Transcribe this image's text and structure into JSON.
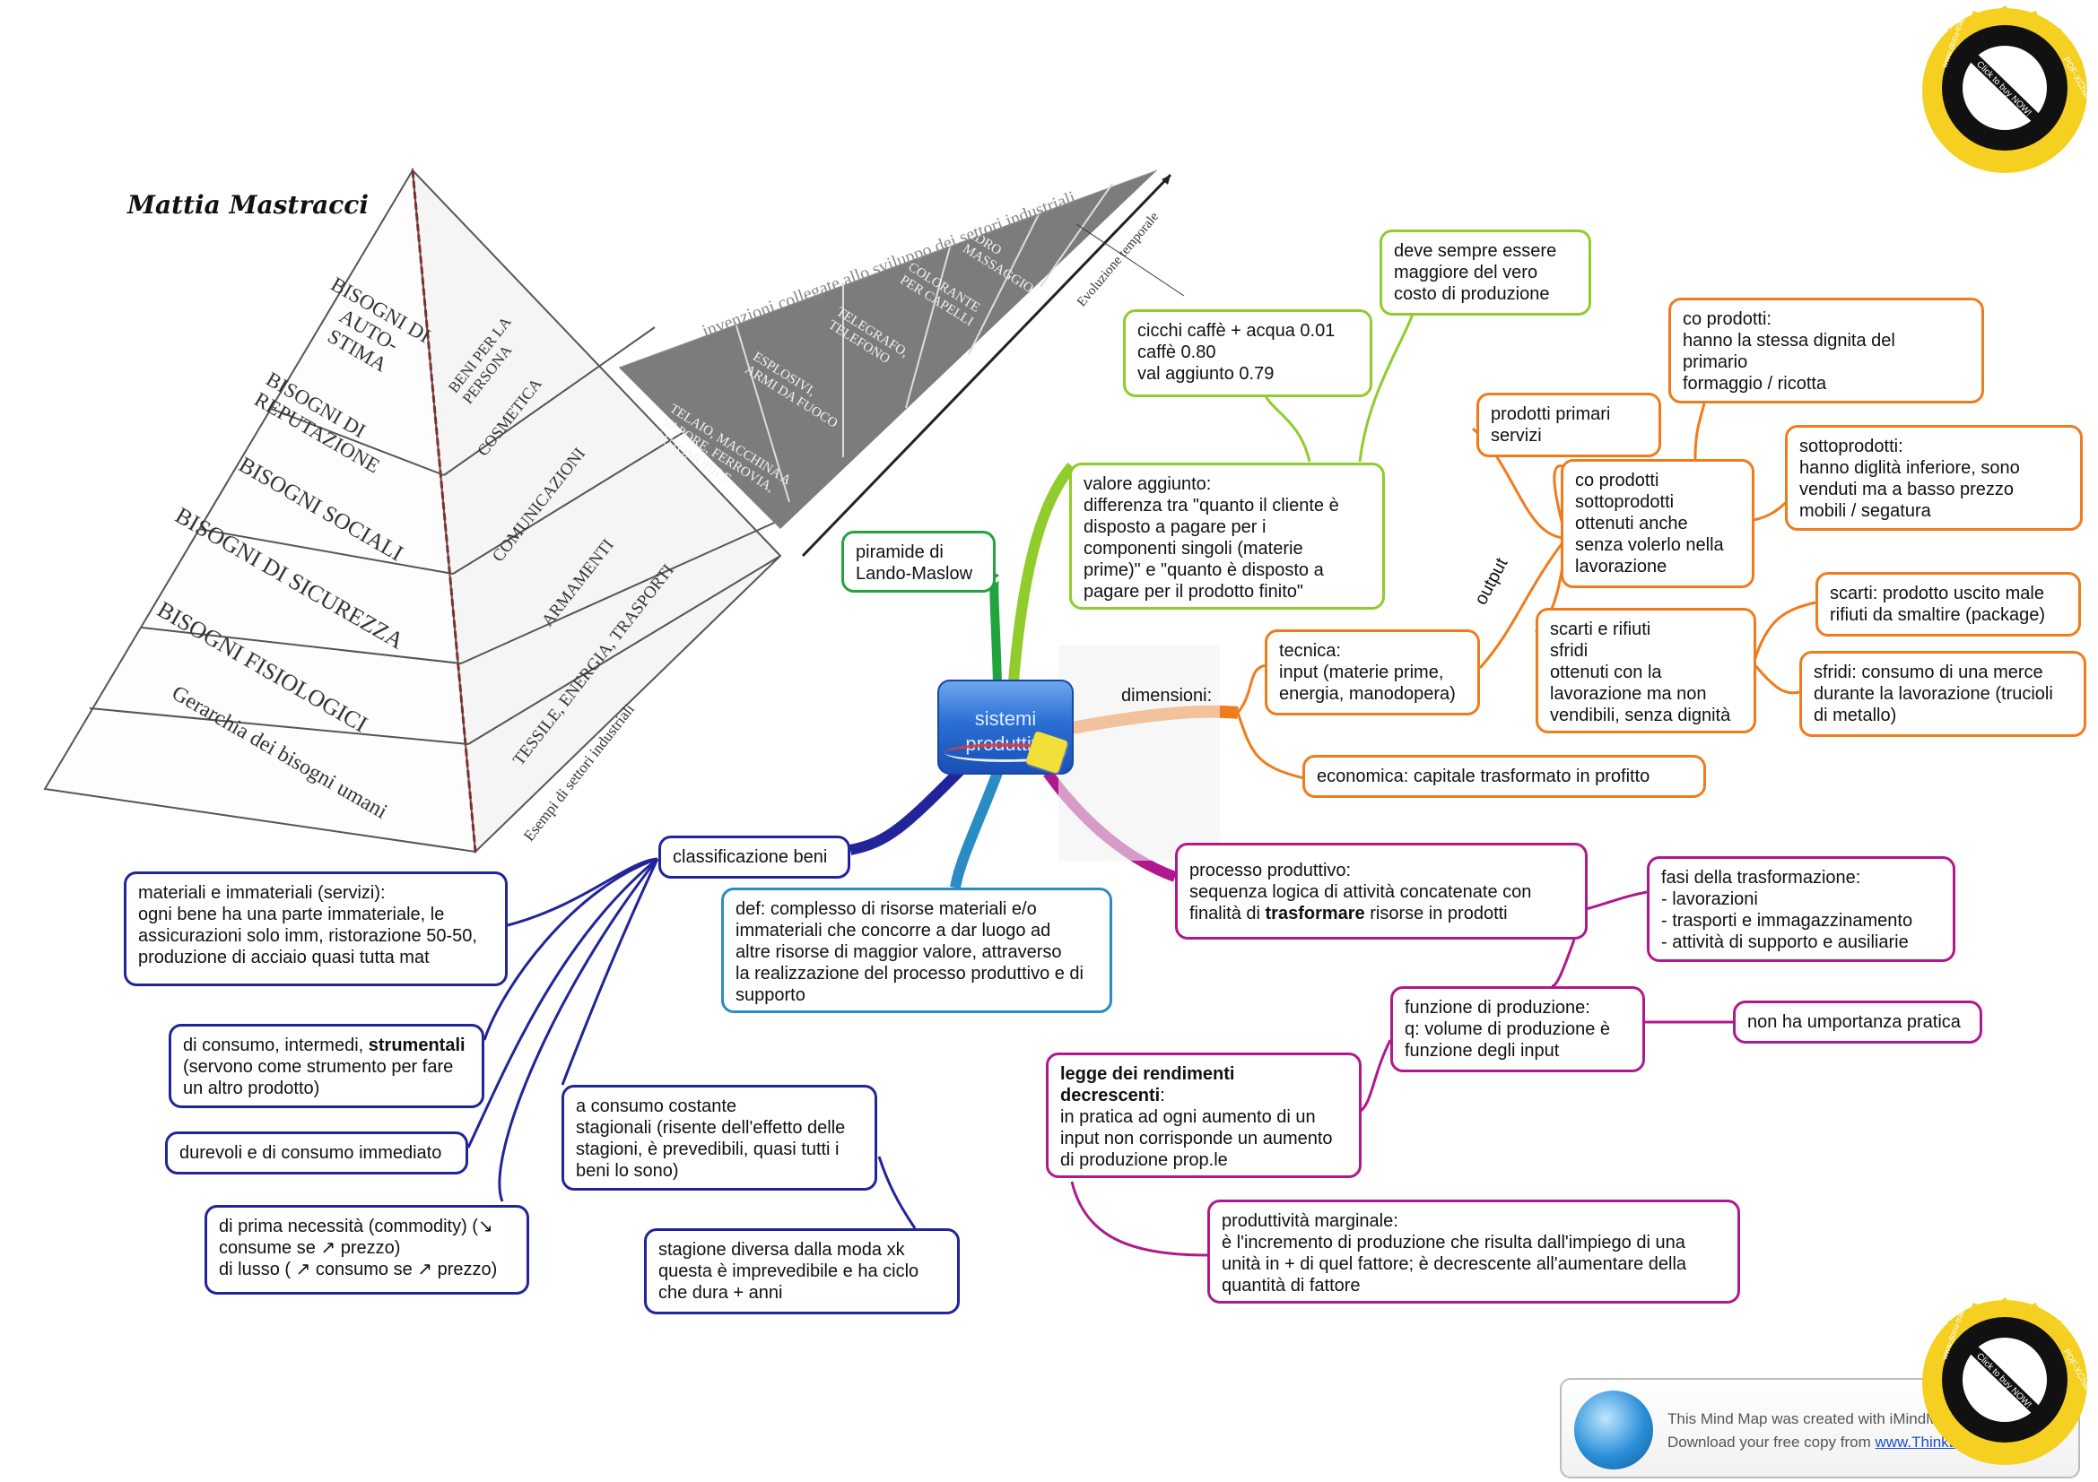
{
  "author": "Mattia Mastracci",
  "central": {
    "text": [
      "sistemi",
      "produttivi"
    ]
  },
  "pyramid": {
    "levels": [
      "BISOGNI FISIOLOGICI",
      "BISOGNI DI SICUREZZA",
      "BISOGNI SOCIALI",
      "BISOGNI DI REPUTAZIONE",
      "BISOGNI DI AUTO-STIMA"
    ],
    "sectors": [
      "TESSILE, ENERGIA, TRASPORTI",
      "ARMAMENTI",
      "COMUNICAZIONI",
      "COSMETICA",
      "BENI PER LA PERSONA"
    ],
    "inventions": [
      "TELAIO, MACCHINA A VAPORE, FERROVIA, AUTOMOBILE",
      "ESPLOSIVI, ARMI DA FUOCO",
      "TELEGRAFO, TELEFONO",
      "COLORANTE PER CAPELLI",
      "IDRO MASSAGGIO"
    ],
    "caption_base": "Gerarchia dei bisogni umani",
    "caption_sectors": "Esempi di settori industriali",
    "caption_inventions": "invenzioni collegate allo sviluppo dei settori industriali",
    "caption_time": "Evoluzione temporale"
  },
  "links": {
    "dimensioni": "dimensioni:",
    "output": "output"
  },
  "nodes": {
    "piramide": [
      "piramide di",
      "Lando-Maslow"
    ],
    "valore_aggiunto": [
      "valore aggiunto:",
      "differenza tra \"quanto il cliente è",
      "disposto a pagare per i",
      "componenti singoli (materie",
      "prime)\" e \"quanto è disposto a",
      "pagare per il prodotto finito\""
    ],
    "cicchi": [
      "cicchi caffè + acqua 0.01",
      "caffè 0.80",
      "val aggiunto 0.79"
    ],
    "deve_sempre": [
      "deve sempre essere",
      "maggiore del vero",
      "costo di produzione"
    ],
    "tecnica": [
      "tecnica:",
      "input (materie prime,",
      "energia, manodopera)"
    ],
    "economica": [
      "economica: capitale trasformato in profitto"
    ],
    "prodotti_primari": [
      "prodotti primari",
      "servizi"
    ],
    "co_prodotti_list": [
      "co prodotti",
      "sottoprodotti",
      "ottenuti anche",
      "senza volerlo nella",
      "lavorazione"
    ],
    "co_prodotti_def": [
      "co prodotti:",
      "hanno la stessa dignita del",
      "primario",
      "formaggio / ricotta"
    ],
    "sottoprodotti_def": [
      "sottoprodotti:",
      "hanno diglità inferiore, sono",
      "venduti ma a basso prezzo",
      "mobili / segatura"
    ],
    "scarti_rifiuti": [
      "scarti e rifiuti",
      "sfridi",
      "ottenuti con la",
      "lavorazione ma non",
      "vendibili, senza dignità"
    ],
    "scarti_def": [
      "scarti: prodotto uscito male",
      "rifiuti da smaltire (package)"
    ],
    "sfridi_def": [
      "sfridi: consumo di una merce",
      "durante la lavorazione (trucioli",
      "di metallo)"
    ],
    "processo": {
      "l1": "processo produttivo:",
      "l2": "sequenza logica di attività concatenate con",
      "l3_pre": "finalità di ",
      "l3_bold": "trasformare",
      "l3_post": " risorse in prodotti"
    },
    "fasi": [
      "fasi della trasformazione:",
      "- lavorazioni",
      "- trasporti e immagazzinamento",
      "- attività di supporto e ausiliarie"
    ],
    "funzione": [
      "funzione di produzione:",
      "q: volume di produzione è",
      "funzione degli input"
    ],
    "non_ha": [
      "non ha umportanza pratica"
    ],
    "legge": {
      "bold": [
        "legge dei rendimenti",
        "decrescenti"
      ],
      "colon": ":",
      "rest": [
        "in pratica ad ogni aumento di un",
        "input non corrisponde un aumento",
        "di produzione prop.le"
      ]
    },
    "produttivita": [
      "produttività marginale:",
      "è l'incremento di produzione che risulta dall'impiego di una",
      "unità in + di quel fattore; è decrescente all'aumentare della",
      "quantità di fattore"
    ],
    "def": [
      "def: complesso di risorse materiali e/o",
      "immateriali che concorre a dar luogo ad",
      "altre risorse di maggior valore, attraverso",
      "la realizzazione del processo produttivo e di",
      "supporto"
    ],
    "classificazione": [
      "classificazione beni"
    ],
    "materiali": [
      "materiali e immateriali (servizi):",
      "ogni bene ha una parte immateriale, le",
      "assicurazioni solo imm, ristorazione 50-50,",
      "produzione di acciaio quasi tutta mat"
    ],
    "consumo": {
      "pre": "di consumo, intermedi, ",
      "bold": "strumentali",
      "l2": "(servono come strumento per fare",
      "l3": "un altro prodotto)"
    },
    "durevoli": [
      "durevoli e di consumo immediato"
    ],
    "necessita": [
      "di prima necessità (commodity) (↘",
      "consume se ↗ prezzo)",
      "di lusso ( ↗ consumo se ↗ prezzo)"
    ],
    "consumo_costante": [
      "a consumo costante",
      "stagionali (risente dell'effetto delle",
      "stagioni, è prevedibili, quasi tutti i",
      "beni lo sono)"
    ],
    "stagione": [
      "stagione diversa dalla moda xk",
      "questa è imprevedibile e ha ciclo",
      "che dura + anni"
    ]
  },
  "badge": {
    "outer": "PDF-XChange",
    "inner_top": "www.docu-track.com",
    "center": "Click to buy NOW!"
  },
  "footer": {
    "line1": "This Mind Map was created with iMindMap Basic (free)",
    "line2_pre": "Download your free copy from ",
    "link": "www.ThinkBuzan.com"
  },
  "colors": {
    "green": "#21a43d",
    "lime": "#8fcc2c",
    "orange": "#ef7c1c",
    "magenta": "#b0198c",
    "cyan": "#2a8cc4",
    "navy": "#22249a",
    "central": "#2a6fd3"
  }
}
